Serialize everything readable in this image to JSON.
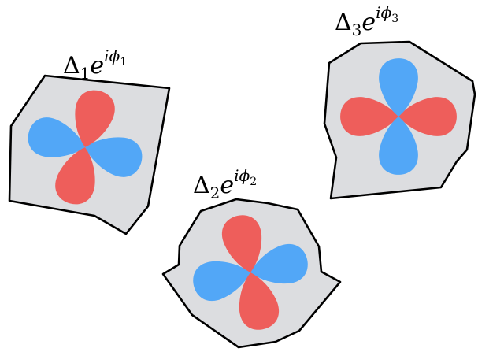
{
  "colors": {
    "grain_fill": "#dcdde0",
    "lobe_positive": "#ee5e5b",
    "lobe_negative": "#52a7f7",
    "outline": "#000000"
  },
  "grains": [
    {
      "name": "grain-1",
      "label": {
        "base": "Δ",
        "sub": "1",
        "exp": "e",
        "sup": "iϕ",
        "supsub": "1"
      }
    },
    {
      "name": "grain-2",
      "label": {
        "base": "Δ",
        "sub": "2",
        "exp": "e",
        "sup": "iϕ",
        "supsub": "2"
      }
    },
    {
      "name": "grain-3",
      "label": {
        "base": "Δ",
        "sub": "3",
        "exp": "e",
        "sup": "iϕ",
        "supsub": "3"
      }
    }
  ]
}
